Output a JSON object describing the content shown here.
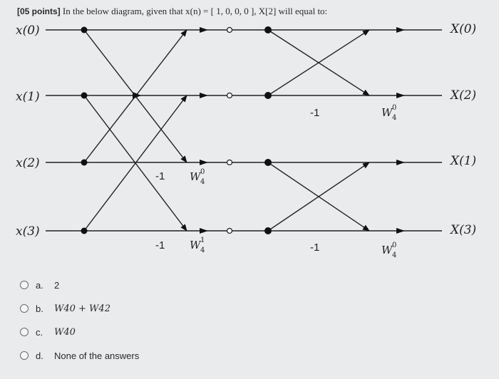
{
  "question": {
    "points": "[05 points]",
    "text": " In the below diagram, given that x(n) = [ 1, 0, 0, 0 ], X[2] will equal to:"
  },
  "diagram": {
    "inputs": [
      "x(0)",
      "x(1)",
      "x(2)",
      "x(3)"
    ],
    "outputs": [
      "X(0)",
      "X(2)",
      "X(1)",
      "X(3)"
    ],
    "stage1_coefs": [
      "-1",
      "-1"
    ],
    "stage1_twiddles": [
      {
        "base": "W",
        "sup": "0",
        "sub": "4"
      },
      {
        "base": "W",
        "sup": "1",
        "sub": "4"
      }
    ],
    "stage2_coefs": [
      "-1",
      "-1"
    ],
    "stage2_twiddles": [
      {
        "base": "W",
        "sup": "0",
        "sub": "4"
      },
      {
        "base": "W",
        "sup": "0",
        "sub": "4"
      }
    ]
  },
  "options": [
    {
      "letter": "a.",
      "text": "2"
    },
    {
      "letter": "b.",
      "text": "W40 + W42"
    },
    {
      "letter": "c.",
      "text": "W40"
    },
    {
      "letter": "d.",
      "text": "None of the answers"
    }
  ]
}
